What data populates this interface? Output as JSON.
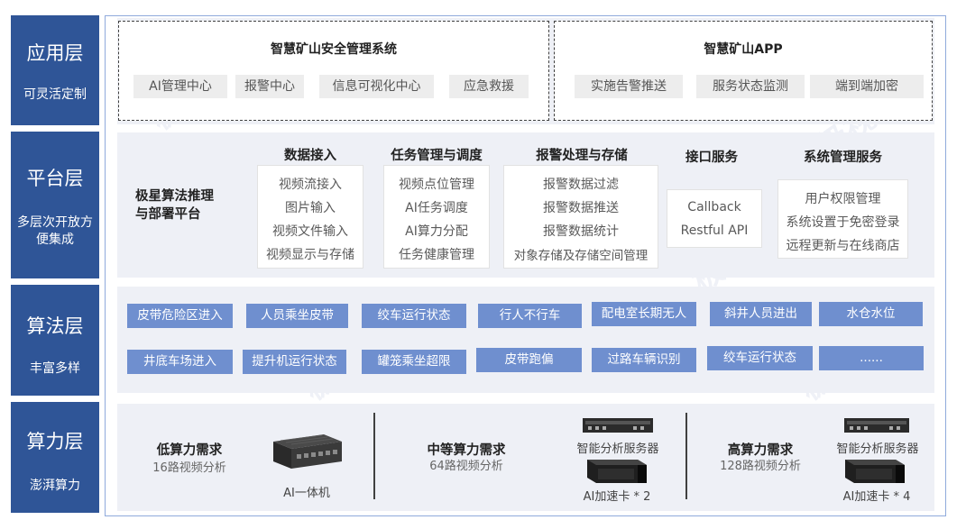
{
  "layers": [
    {
      "title": "应用层",
      "subtitle": "可灵活定制"
    },
    {
      "title": "平台层",
      "subtitle": "多层次开放方便集成"
    },
    {
      "title": "算法层",
      "subtitle": "丰富多样"
    },
    {
      "title": "算力层",
      "subtitle": "澎湃算力"
    }
  ],
  "application": {
    "system": {
      "title": "智慧矿山安全管理系统",
      "items": [
        "AI管理中心",
        "报警中心",
        "信息可视化中心",
        "应急救援"
      ]
    },
    "app": {
      "title": "智慧矿山APP",
      "items": [
        "实施告警推送",
        "服务状态监测",
        "端到端加密"
      ]
    }
  },
  "platform": {
    "core": "极星算法推理与部署平台",
    "core_lines": [
      "极星算法推理",
      "与部署平台"
    ],
    "sections": [
      {
        "title": "数据接入",
        "items": [
          "视频流接入",
          "图片输入",
          "视频文件输入",
          "视频显示与存储"
        ]
      },
      {
        "title": "任务管理与调度",
        "items": [
          "视频点位管理",
          "AI任务调度",
          "AI算力分配",
          "任务健康管理"
        ]
      },
      {
        "title": "报警处理与存储",
        "items": [
          "报警数据过滤",
          "报警数据推送",
          "报警数据统计",
          "对象存储及存储空间管理"
        ]
      },
      {
        "title": "接口服务",
        "items": [
          "Callback",
          "Restful API"
        ]
      },
      {
        "title": "系统管理服务",
        "items": [
          "用户权限管理",
          "系统设置于免密登录",
          "远程更新与在线商店"
        ]
      }
    ]
  },
  "algorithms": {
    "row1": [
      "皮带危险区进入",
      "人员乘坐皮带",
      "绞车运行状态",
      "行人不行车",
      "配电室长期无人",
      "斜井人员进出",
      "水仓水位"
    ],
    "row2": [
      "井底车场进入",
      "提升机运行状态",
      "罐笼乘坐超限",
      "皮带跑偏",
      "过路车辆识别",
      "绞车运行状态",
      "......"
    ]
  },
  "compute": {
    "low": {
      "title": "低算力需求",
      "sub": "16路视频分析",
      "device": "AI一体机"
    },
    "mid": {
      "title": "中等算力需求",
      "sub": "64路视频分析",
      "server": "智能分析服务器",
      "card": "AI加速卡 * 2"
    },
    "high": {
      "title": "高算力需求",
      "sub": "128路视频分析",
      "server": "智能分析服务器",
      "card": "AI加速卡 * 4"
    }
  },
  "colors": {
    "layer_bg": "#2f5597",
    "algo_chip": "#6f8fcf",
    "band_bg": "#eef0f6",
    "frame": "#8faadc"
  },
  "watermark": [
    "极视角",
    "EXTREME VISION"
  ]
}
